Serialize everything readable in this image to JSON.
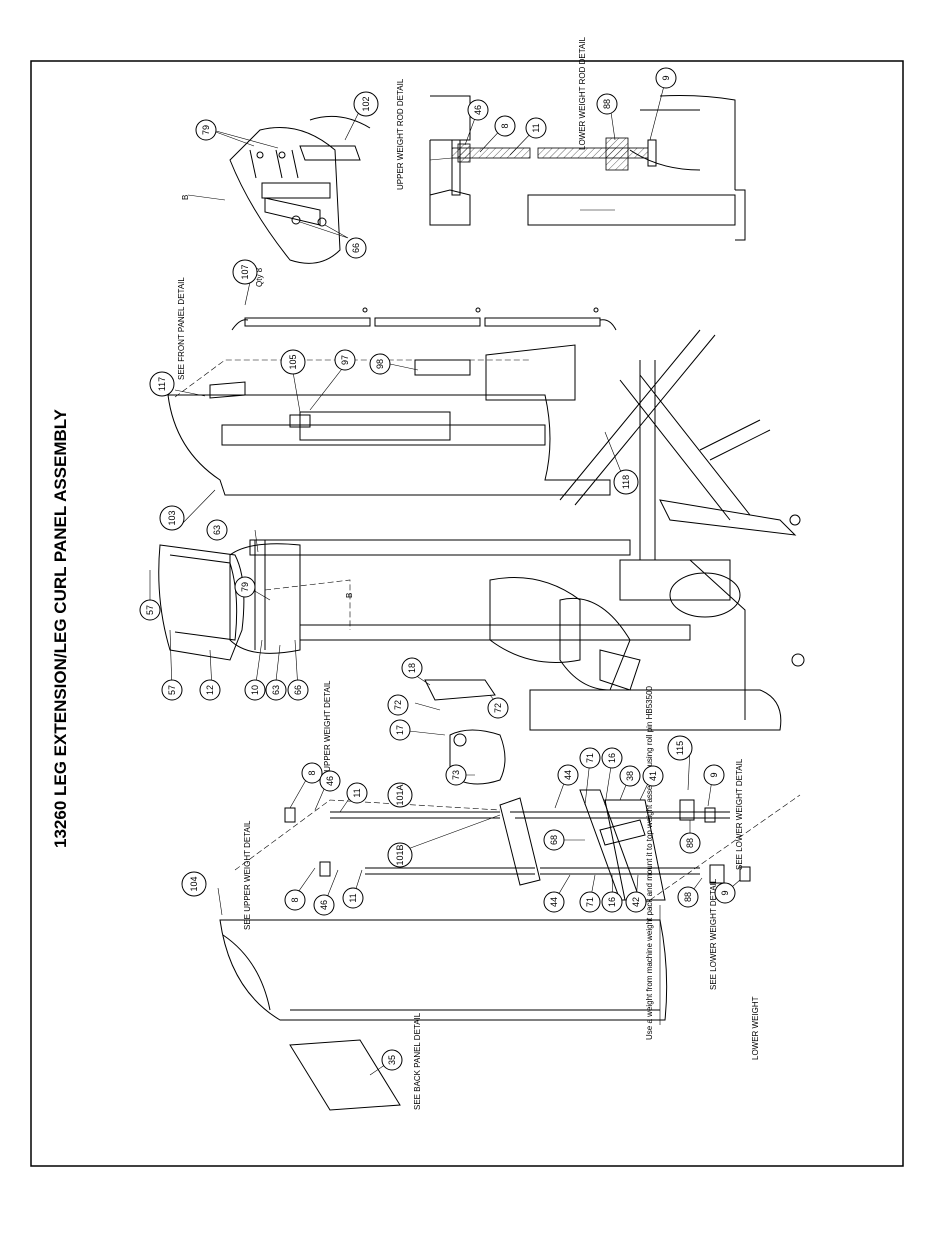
{
  "title": "13260 LEG EXTENSION/LEG CURL PANEL ASSEMBLY",
  "detail_labels": {
    "see_front_panel": "SEE FRONT PANEL DETAIL",
    "upper_weight_rod": "UPPER WEIGHT ROD DETAIL",
    "lower_weight_rod": "LOWER WEIGHT ROD DETAIL",
    "see_upper_weight_1": "SEE UPPER WEIGHT DETAIL",
    "see_upper_weight_2": "SEE UPPER WEIGHT DETAIL",
    "see_lower_weight_1": "SEE LOWER WEIGHT DETAIL",
    "see_lower_weight_2": "SEE LOWER WEIGHT DETAIL",
    "see_back_panel": "SEE BACK PANEL DETAIL",
    "lower_weight": "LOWER WEIGHT",
    "qty": "Qty 8",
    "detail_b": "B",
    "ref_b": "B"
  },
  "note": "Use a weight from machine weight pack and mount it to top weight assembly using roll pin HB53500",
  "callouts": {
    "c102": "102",
    "c79a": "79",
    "c66a": "66",
    "c107": "107",
    "c117": "117",
    "c105": "105",
    "c97": "97",
    "c98": "98",
    "c103": "103",
    "c118": "118",
    "c63a": "63",
    "c57a": "57",
    "c79b": "79",
    "c57b": "57",
    "c12": "12",
    "c10": "10",
    "c63b": "63",
    "c66b": "66",
    "c18": "18",
    "c72a": "72",
    "c72b": "72",
    "c17": "17",
    "c73": "73",
    "c8a": "8",
    "c46a": "46",
    "c11a": "11",
    "c101a": "101A",
    "c44a": "44",
    "c71a": "71",
    "c16a": "16",
    "c38": "38",
    "c41": "41",
    "c115": "115",
    "c9a": "9",
    "c68": "68",
    "c88a": "88",
    "c104": "104",
    "c8b": "8",
    "c46b": "46",
    "c11b": "11",
    "c101b": "101B",
    "c44b": "44",
    "c71b": "71",
    "c16b": "16",
    "c42": "42",
    "c88b": "88",
    "c9b": "9",
    "c35": "35",
    "c46c": "46",
    "c8c": "8",
    "c11c": "11",
    "c88c": "88",
    "c9c": "9"
  }
}
